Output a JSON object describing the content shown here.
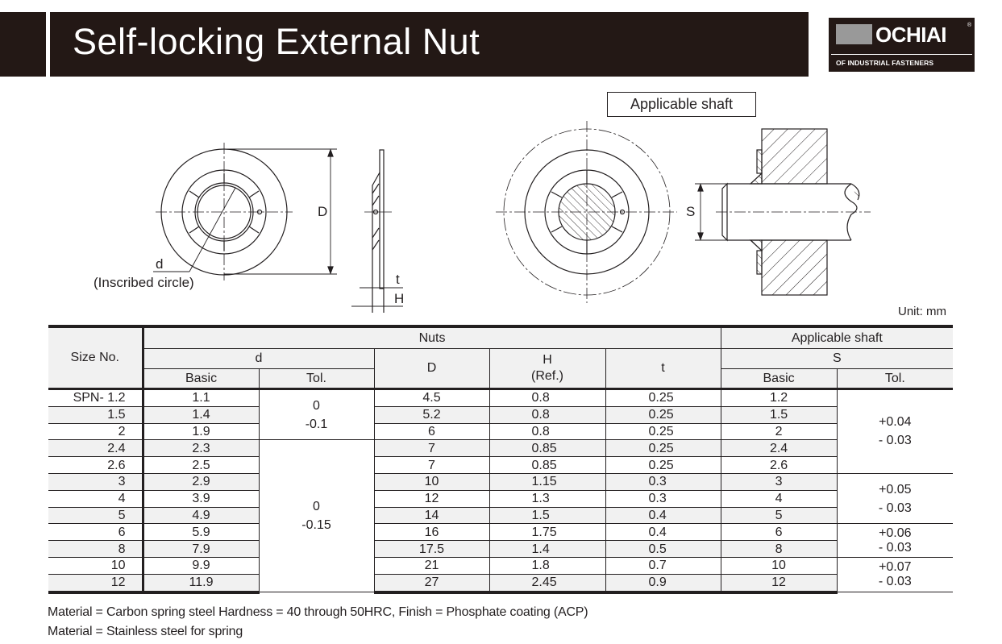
{
  "header": {
    "title": "Self-locking External Nut"
  },
  "logo": {
    "wordmark": "OCHIAI",
    "registered": "®",
    "tagline": "OF INDUSTRIAL FASTENERS"
  },
  "drawing": {
    "labels": {
      "D": "D",
      "d": "d",
      "inscribed_circle": "(Inscribed circle)",
      "t": "t",
      "H": "H",
      "S": "S",
      "applicable_shaft_box": "Applicable shaft"
    }
  },
  "unit": "Unit: mm",
  "table": {
    "headers": {
      "size_no": "Size No.",
      "nuts": "Nuts",
      "applicable_shaft": "Applicable shaft",
      "d": "d",
      "d_basic": "Basic",
      "d_tol": "Tol.",
      "D": "D",
      "H": "H",
      "H_ref": "(Ref.)",
      "t": "t",
      "S": "S",
      "S_basic": "Basic",
      "S_tol": "Tol."
    },
    "rows": [
      {
        "size": "SPN-  1.2",
        "d_basic": "1.1",
        "D": "4.5",
        "H": "0.8",
        "t": "0.25",
        "S_basic": "1.2"
      },
      {
        "size": "1.5",
        "d_basic": "1.4",
        "D": "5.2",
        "H": "0.8",
        "t": "0.25",
        "S_basic": "1.5"
      },
      {
        "size": "2",
        "d_basic": "1.9",
        "D": "6",
        "H": "0.8",
        "t": "0.25",
        "S_basic": "2"
      },
      {
        "size": "2.4",
        "d_basic": "2.3",
        "D": "7",
        "H": "0.85",
        "t": "0.25",
        "S_basic": "2.4"
      },
      {
        "size": "2.6",
        "d_basic": "2.5",
        "D": "7",
        "H": "0.85",
        "t": "0.25",
        "S_basic": "2.6"
      },
      {
        "size": "3",
        "d_basic": "2.9",
        "D": "10",
        "H": "1.15",
        "t": "0.3",
        "S_basic": "3"
      },
      {
        "size": "4",
        "d_basic": "3.9",
        "D": "12",
        "H": "1.3",
        "t": "0.3",
        "S_basic": "4"
      },
      {
        "size": "5",
        "d_basic": "4.9",
        "D": "14",
        "H": "1.5",
        "t": "0.4",
        "S_basic": "5"
      },
      {
        "size": "6",
        "d_basic": "5.9",
        "D": "16",
        "H": "1.75",
        "t": "0.4",
        "S_basic": "6"
      },
      {
        "size": "8",
        "d_basic": "7.9",
        "D": "17.5",
        "H": "1.4",
        "t": "0.5",
        "S_basic": "8"
      },
      {
        "size": "10",
        "d_basic": "9.9",
        "D": "21",
        "H": "1.8",
        "t": "0.7",
        "S_basic": "10"
      },
      {
        "size": "12",
        "d_basic": "11.9",
        "D": "27",
        "H": "2.45",
        "t": "0.9",
        "S_basic": "12"
      }
    ],
    "d_tol_groups": [
      {
        "rows": "1.2–2",
        "upper": "0",
        "lower": "-0.1"
      },
      {
        "rows": "2.4–12",
        "upper": "0",
        "lower": "-0.15"
      }
    ],
    "s_tol_groups": [
      {
        "rows": "1.2–2.6",
        "upper": "+0.04",
        "lower": "- 0.03"
      },
      {
        "rows": "3–5",
        "upper": "+0.05",
        "lower": "- 0.03"
      },
      {
        "rows": "6–8",
        "upper": "+0.06",
        "lower": "- 0.03"
      },
      {
        "rows": "10–12",
        "upper": "+0.07",
        "lower": "- 0.03"
      }
    ]
  },
  "notes": [
    "Material = Carbon spring steel   Hardness = 40 through 50HRC, Finish = Phosphate coating (ACP)",
    "Material = Stainless steel for spring"
  ],
  "colors": {
    "header_bg": "#231815",
    "header_text": "#ffffff",
    "logo_grey": "#999999",
    "stripe": "#f1f1f1",
    "rule": "#231f20"
  }
}
